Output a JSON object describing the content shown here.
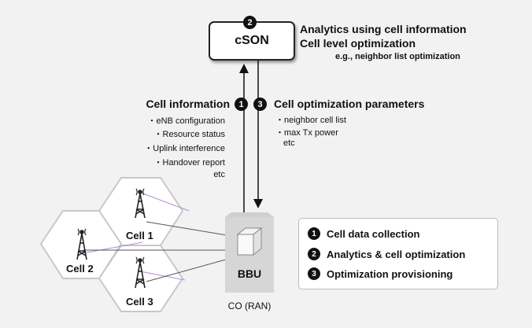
{
  "cson": {
    "label": "cSON",
    "badge": "2"
  },
  "analytics": {
    "line1": "Analytics using cell information",
    "line2": "Cell level optimization",
    "line3": "e.g., neighbor list optimization"
  },
  "cell_information": {
    "title": "Cell information",
    "badge": "1",
    "items": [
      "・eNB configuration",
      "・Resource status",
      "・Uplink interference",
      "・Handover report",
      "etc"
    ]
  },
  "cell_optimization": {
    "title": "Cell optimization parameters",
    "badge": "3",
    "items": [
      "・neighbor cell list",
      "・max Tx power",
      "etc"
    ]
  },
  "cells": {
    "cell1": "Cell 1",
    "cell2": "Cell 2",
    "cell3": "Cell 3"
  },
  "bbu": {
    "label": "BBU",
    "location": "CO (RAN)"
  },
  "legend": {
    "items": [
      {
        "num": "1",
        "label": "Cell data collection"
      },
      {
        "num": "2",
        "label": "Analytics & cell optimization"
      },
      {
        "num": "3",
        "label": "Optimization provisioning"
      }
    ]
  }
}
